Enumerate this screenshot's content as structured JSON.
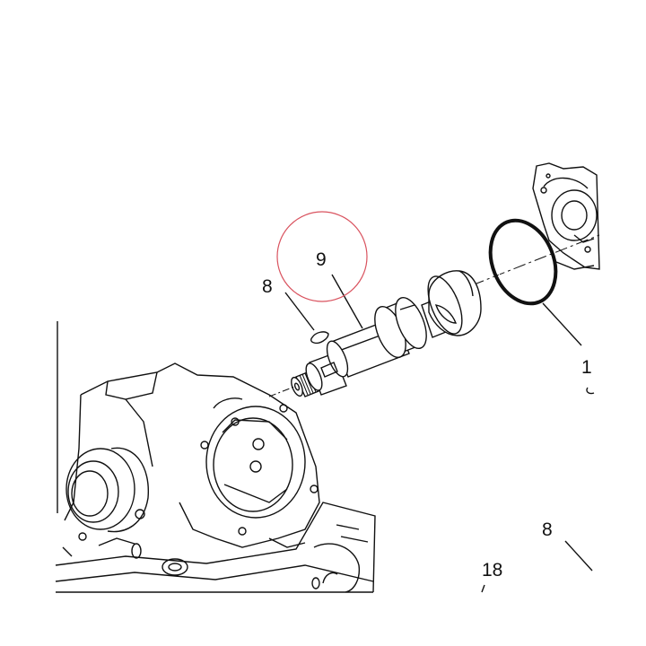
{
  "diagram": {
    "callouts": {
      "label_9": "9",
      "label_8_left": "8",
      "label_1": "1",
      "label_8_right": "8",
      "label_18": "18"
    },
    "highlight_color": "#d9535f",
    "line_color": "#111111",
    "parts": {
      "shaft": "shaft-icon",
      "woodruff_key": "woodruff-key-icon",
      "o_ring": "o-ring-icon",
      "housing": "engine-housing-icon",
      "cover": "cover-plate-icon"
    }
  }
}
